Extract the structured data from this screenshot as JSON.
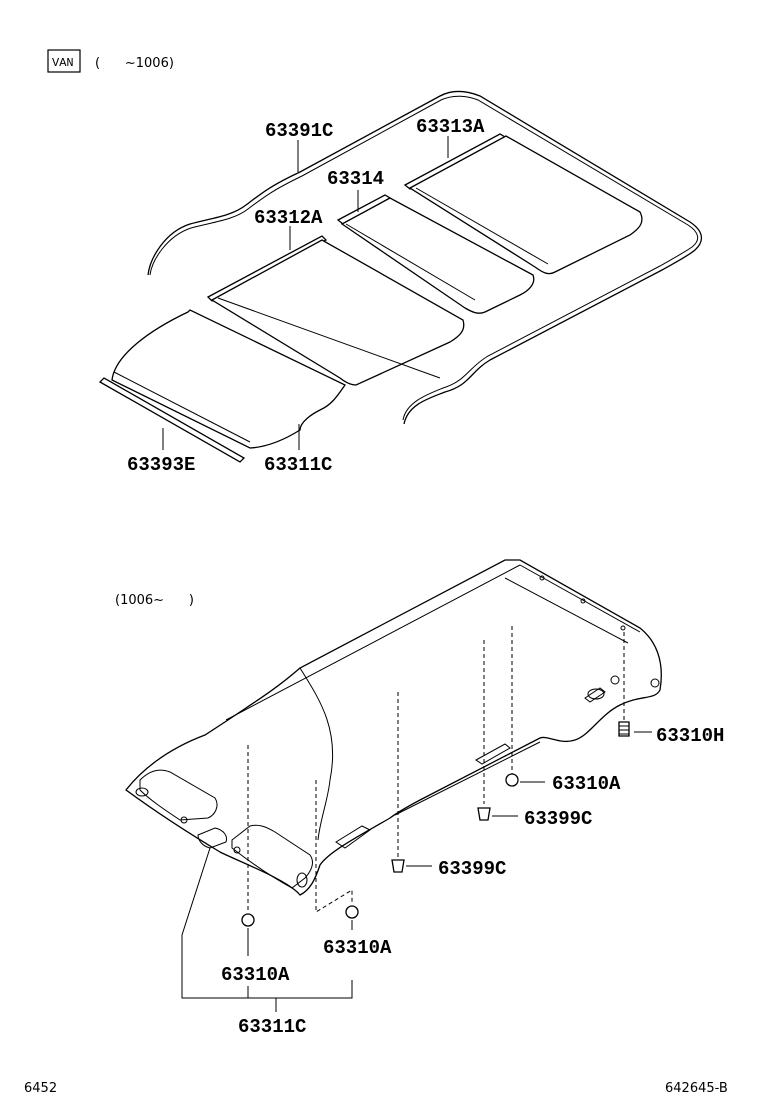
{
  "header": {
    "variant_tag": "VAN",
    "range_upper": "(      ~1006)",
    "range_lower": "(1006~      )"
  },
  "upper_parts": {
    "p63391C": "63391C",
    "p63313A": "63313A",
    "p63314": "63314",
    "p63312A": "63312A",
    "p63393E": "63393E",
    "p63311C": "63311C"
  },
  "lower_parts": {
    "p63310H": "63310H",
    "p63310A_right": "63310A",
    "p63399C_right": "63399C",
    "p63399C_mid": "63399C",
    "p63310A_mid": "63310A",
    "p63310A_left": "63310A",
    "p63311C": "63311C"
  },
  "footer": {
    "left_code": "6452",
    "right_code": "642645-B"
  }
}
